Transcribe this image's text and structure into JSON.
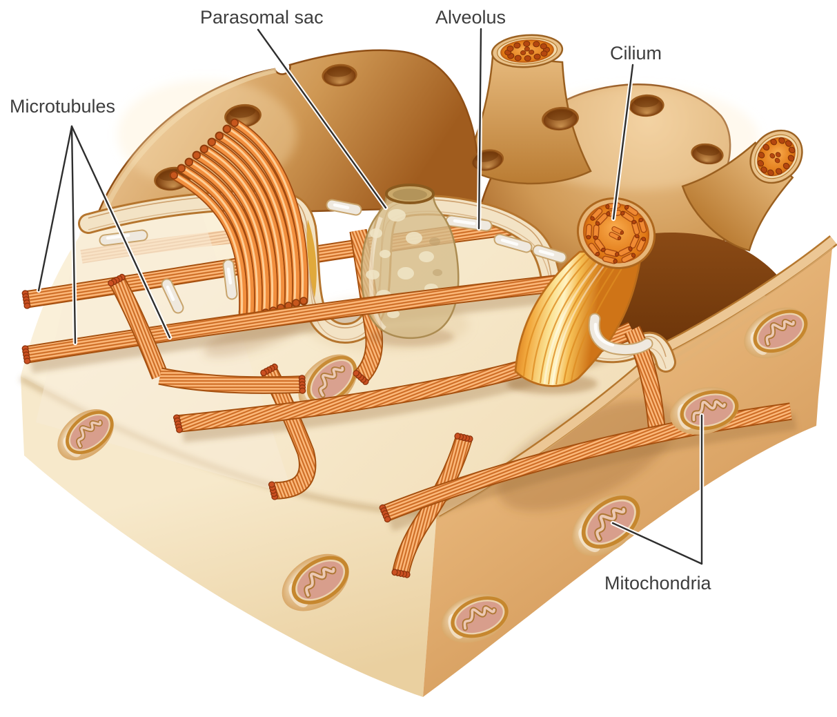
{
  "figure": {
    "type": "cell-cortex-cutaway-illustration",
    "subject": "Ciliate pellicle block diagram"
  },
  "labels": {
    "microtubules": "Microtubules",
    "parasomal_sac": "Parasomal sac",
    "alveolus": "Alveolus",
    "cilium": "Cilium",
    "mitochondria": "Mitochondria"
  },
  "palette": {
    "background": "#ffffff",
    "membrane_tan": "#c9914f",
    "membrane_edge": "#8f4f16",
    "cytoplasm_cream": "#f8ebd0",
    "microtubule_orange": "#ee9549",
    "microtubule_outline": "#a6500f",
    "cut_end_red": "#cb5022",
    "cilium_yellow": "#fbe191",
    "alveolus_white": "#efe9df",
    "mitochondrion_pink": "#d89e8c",
    "mitochondrion_ring": "#c6872e",
    "parasomal_sac_beige": "#d6bd8c",
    "label_text": "#3d3d3d",
    "leader_line": "#2e2e2e"
  }
}
